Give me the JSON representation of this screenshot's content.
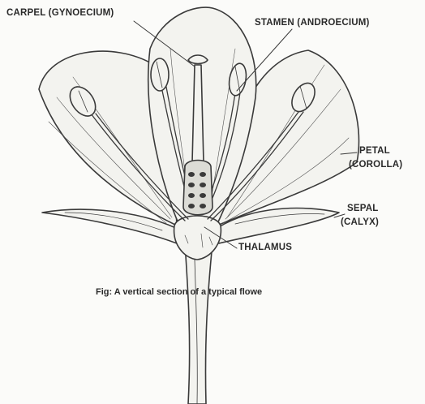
{
  "diagram": {
    "labels": {
      "carpel": "CARPEL (GYNOECIUM)",
      "stamen": "STAMEN (ANDROECIUM)",
      "petal_1": "PETAL",
      "petal_2": "(COROLLA)",
      "sepal_1": "SEPAL",
      "sepal_2": "(CALYX)",
      "thalamus": "THALAMUS"
    },
    "caption": "Fig: A vertical section of a typical flowe",
    "colors": {
      "ink": "#3a3a3a",
      "paper": "#fbfbf9",
      "fill": "#f3f3ef"
    }
  }
}
